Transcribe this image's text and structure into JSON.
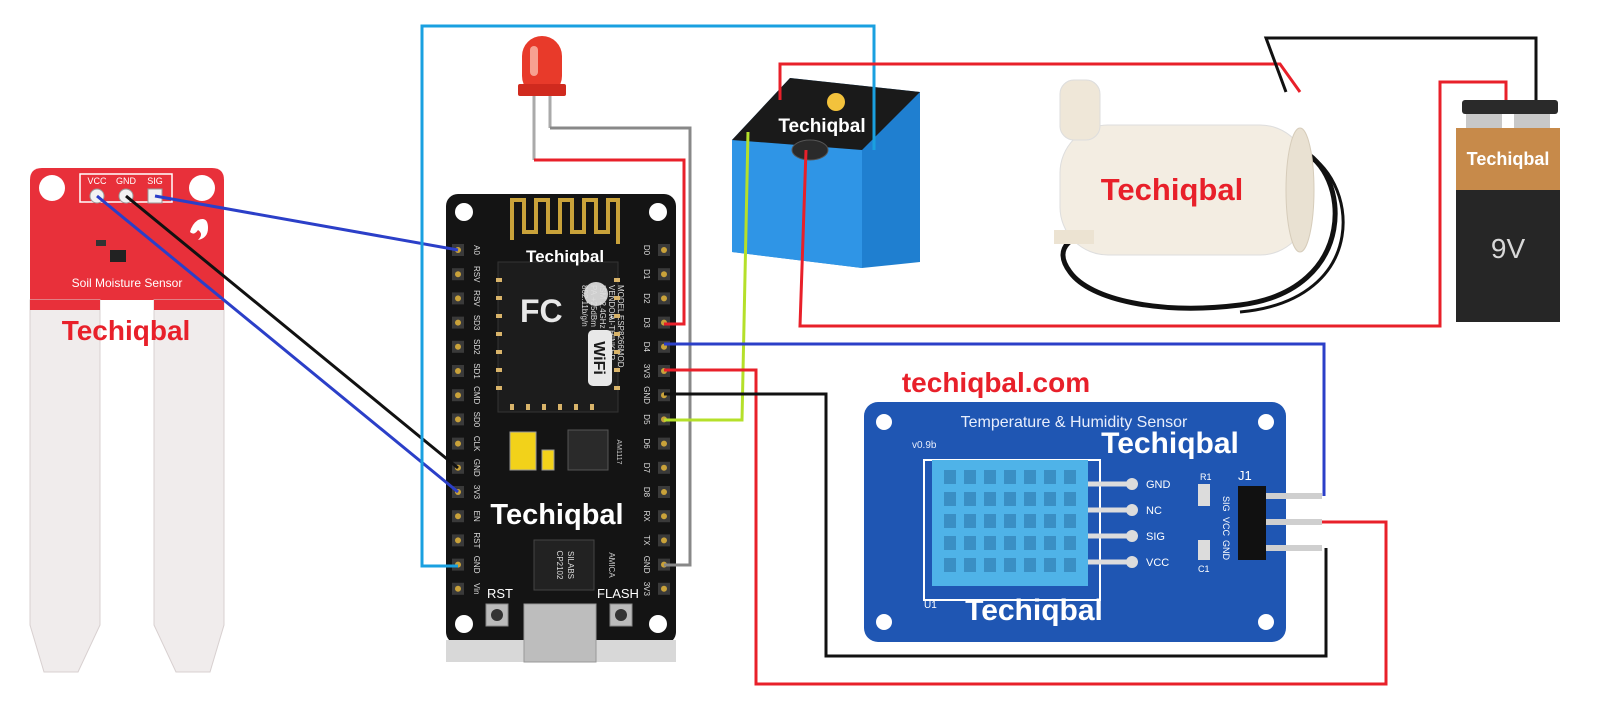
{
  "soil_sensor": {
    "pins": [
      "VCC",
      "GND",
      "SIG"
    ],
    "label": "Soil Moisture Sensor",
    "watermark": "Techiqbal"
  },
  "nodemcu": {
    "left_pins": [
      "A0",
      "RSV",
      "RSV",
      "SD3",
      "SD2",
      "SD1",
      "CMD",
      "SD0",
      "CLK",
      "GND",
      "3V3",
      "EN",
      "RST",
      "GND",
      "Vin"
    ],
    "right_pins": [
      "D0",
      "D1",
      "D2",
      "D3",
      "D4",
      "3V3",
      "GND",
      "D5",
      "D6",
      "D7",
      "D8",
      "RX",
      "TX",
      "GND",
      "3V3"
    ],
    "module_text": [
      "MODEL",
      "VENDOR",
      "ISM 2.4GHz",
      "PA +25dBm",
      "802.11b/g/n"
    ],
    "module_model": "ESP8266MOD",
    "module_vendor": "AI-THINKER",
    "fc_mark": "FC",
    "wifi_text": "WiFi",
    "chip_text": [
      "SILABS",
      "CP2102"
    ],
    "regulator": "AM1117",
    "rst_label": "RST",
    "flash_label": "FLASH",
    "amica_text": "AMICA",
    "watermark_top": "Techiqbal",
    "watermark_bottom": "Techiqbal"
  },
  "relay": {
    "watermark": "Techiqbal"
  },
  "pump": {
    "watermark": "Techiqbal"
  },
  "battery": {
    "watermark": "Techiqbal",
    "voltage": "9V"
  },
  "dht": {
    "site": "techiqbal.com",
    "title": "Temperature & Humidity Sensor",
    "version": "v0.9b",
    "sensor_pins": [
      "GND",
      "NC",
      "SIG",
      "VCC"
    ],
    "header_label": "J1",
    "header_pins": [
      "SIG",
      "VCC",
      "GND"
    ],
    "r1": "R1",
    "c1": "C1",
    "u1": "U1",
    "watermark_top": "Techiqbal",
    "watermark_bottom": "Techiqbal"
  },
  "colors": {
    "wire_blue": "#2b3fc8",
    "wire_sky": "#1aa0e0",
    "wire_red": "#e8202a",
    "wire_black": "#111111",
    "wire_gray": "#888888",
    "wire_yellowgreen": "#b5e02a",
    "watermark_red": "#e8202a"
  }
}
